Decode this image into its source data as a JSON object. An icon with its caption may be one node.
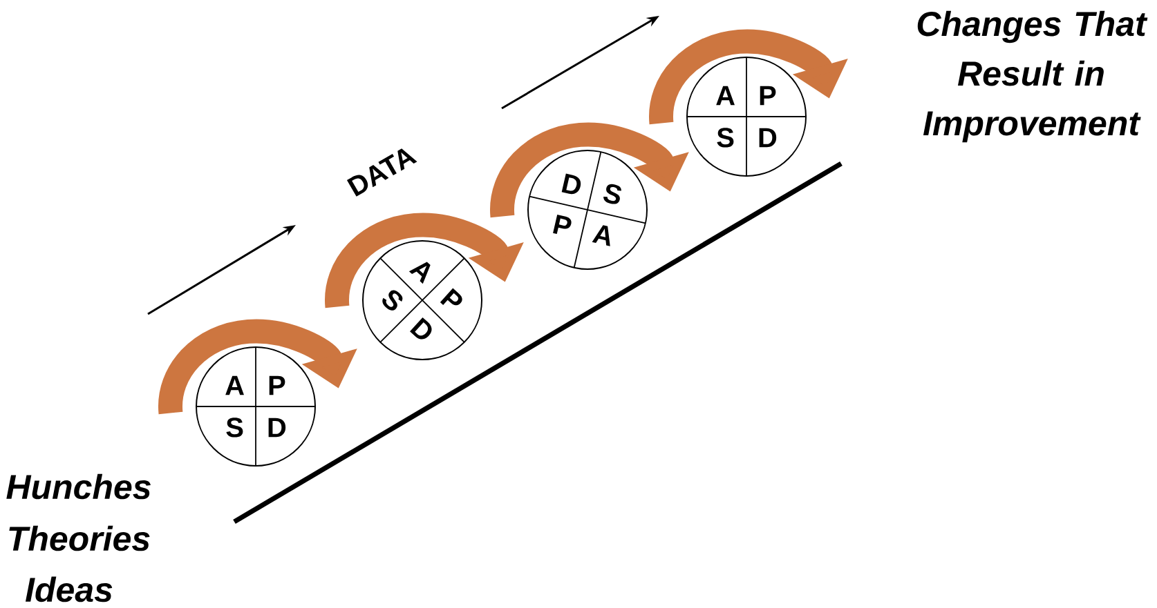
{
  "diagram": {
    "nodes": [
      {
        "text": [
          "A",
          "P",
          "S",
          "D"
        ]
      },
      {
        "text": [
          "A",
          "P",
          "S",
          "D"
        ]
      },
      {
        "text": [
          "D",
          "S",
          "P",
          "A"
        ]
      },
      {
        "text": [
          "A",
          "P",
          "S",
          "D"
        ]
      }
    ],
    "edges": [
      {
        "from": null,
        "to": 0,
        "arrow": "to"
      },
      {
        "from": null,
        "to": 1,
        "arrow": "to"
      },
      {
        "from": null,
        "to": 2,
        "arrow": "to"
      },
      {
        "from": null,
        "to": 3,
        "arrow": "to"
      }
    ],
    "labels": [
      "Changes That Result in Improvement",
      "DATA",
      "Hunches",
      "Theories",
      "Ideas"
    ]
  }
}
